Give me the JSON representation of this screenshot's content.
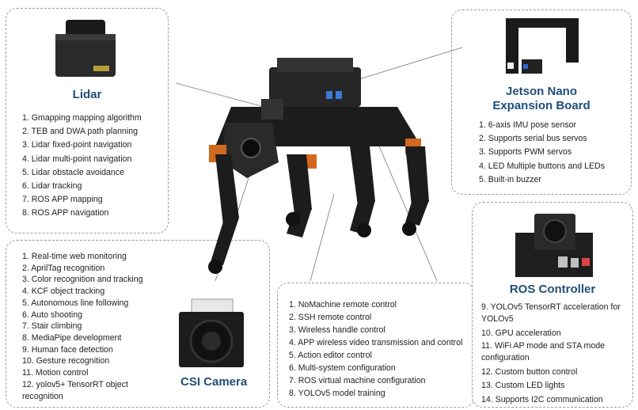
{
  "lidar": {
    "title": "Lidar",
    "items": [
      "1.  Gmapping mapping algorithm",
      "2. TEB and DWA path planning",
      "3. Lidar fixed-point navigation",
      "4. Lidar multi-point navigation",
      "5. Lidar obstacle avoidance",
      "6. Lidar tracking",
      "7. ROS APP mapping",
      "8. ROS APP navigation"
    ]
  },
  "jetson": {
    "title_line1": "Jetson Nano",
    "title_line2": "Expansion Board",
    "items": [
      "1. 6-axis IMU pose sensor",
      "2. Supports serial bus servos",
      "3.  Supports PWM servos",
      "4. LED Multiple buttons and LEDs",
      "5. Built-in buzzer"
    ]
  },
  "camera": {
    "title": "CSI Camera",
    "items": [
      "1. Real-time web monitoring",
      "2. AprilTag recognition",
      "3. Color recognition and tracking",
      "4. KCF object tracking",
      "5. Autonomous line following",
      "6. Auto shooting",
      "7. Stair climbing",
      "8. MediaPipe development",
      "9. Human face detection",
      "10. Gesture recognition",
      "11. Motion control",
      "12. yolov5+ TensorRT object recognition"
    ]
  },
  "remote": {
    "items": [
      "1. NoMachine remote control",
      "2. SSH remote control",
      "3. Wireless handle control",
      "4. APP wireless video transmission and control",
      "5. Action editor control",
      "6. Multi-system configuration",
      "7. ROS virtual machine configuration",
      "8. YOLOv5 model training"
    ]
  },
  "ros": {
    "title": "ROS Controller",
    "items": [
      "9. YOLOv5 TensorRT acceleration for YOLOv5",
      "10. GPU acceleration",
      "11. WiFi AP mode and STA mode configuration",
      "12. Custom button control",
      "13.  Custom LED lights",
      "14. Supports I2C communication"
    ]
  },
  "colors": {
    "title": "#1f4e79",
    "border": "#9a9a9a",
    "robot_body": "#1c1c1c",
    "servo_orange": "#d2691e"
  }
}
